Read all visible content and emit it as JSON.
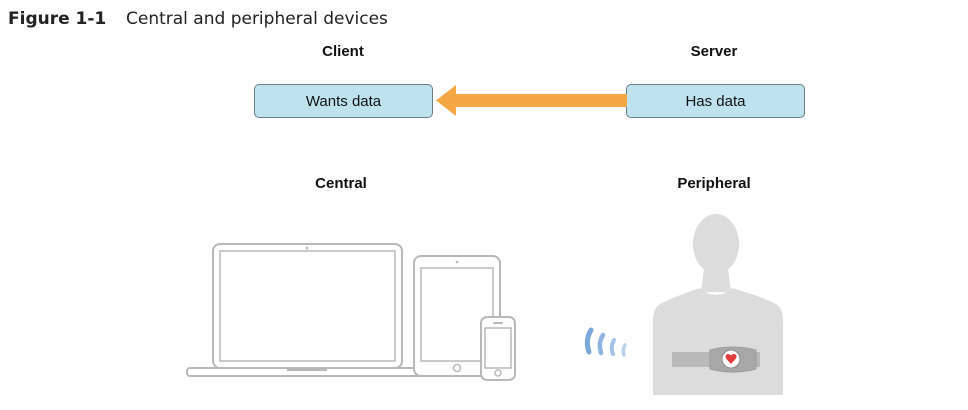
{
  "figure": {
    "label": "Figure 1-1",
    "caption": "Central and peripheral devices"
  },
  "roles": {
    "client_title": "Client",
    "server_title": "Server",
    "client_box": "Wants data",
    "server_box": "Has data"
  },
  "devices": {
    "central_title": "Central",
    "peripheral_title": "Peripheral"
  },
  "colors": {
    "arrow": "#f4a742",
    "box_fill": "#bfe3ee",
    "device_gray": "#dcdcdc",
    "signal_blue": "#7aa7dc",
    "heart_red": "#e23b3b"
  }
}
